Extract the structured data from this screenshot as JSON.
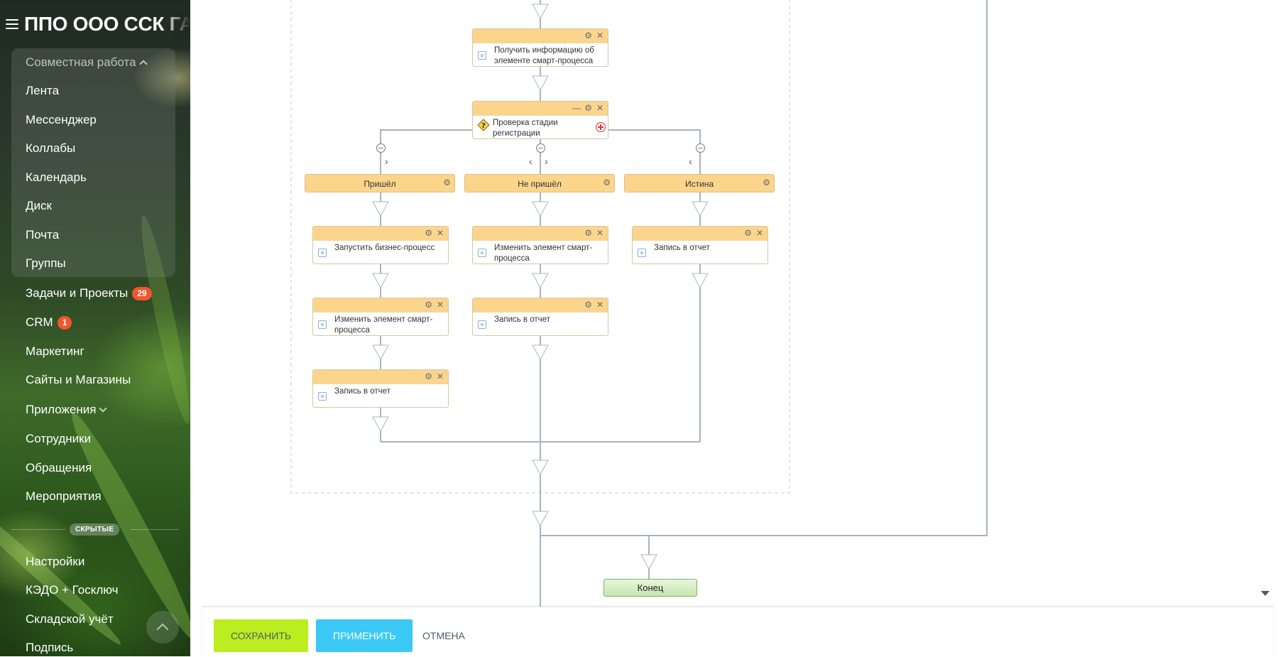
{
  "sidebar": {
    "portal_title": "ППО ООО ССК ГА",
    "group_title": "Совместная работа",
    "group_items": [
      "Лента",
      "Мессенджер",
      "Коллабы",
      "Календарь",
      "Диск",
      "Почта",
      "Группы"
    ],
    "items": [
      {
        "label": "Задачи и Проекты",
        "badge": "29"
      },
      {
        "label": "CRM",
        "badge": "1"
      },
      {
        "label": "Маркетинг"
      },
      {
        "label": "Сайты и Магазины"
      },
      {
        "label": "Приложения"
      },
      {
        "label": "Сотрудники"
      },
      {
        "label": "Обращения"
      },
      {
        "label": "Мероприятия"
      }
    ],
    "hidden_label": "СКРЫТЫЕ",
    "hidden_items": [
      "Настройки",
      "КЭДО + Госключ",
      "Складской учёт",
      "Подпись"
    ]
  },
  "workflow": {
    "get_info": "Получить информацию об элементе смарт-процесса",
    "condition": "Проверка стадии регистрации",
    "branches": [
      "Пришёл",
      "Не пришёл",
      "Истина"
    ],
    "activities": {
      "b1_start": "Запустить бизнес-процесс",
      "b1_modify": "Изменить элемент смарт-процесса",
      "b1_report": "Запись в отчет",
      "b2_modify": "Изменить элемент смарт-процесса",
      "b2_report": "Запись в отчет",
      "b3_report": "Запись в отчет"
    },
    "end_label": "Конец"
  },
  "actions": {
    "save": "СОХРАНИТЬ",
    "apply": "ПРИМЕНИТЬ",
    "cancel": "ОТМЕНА"
  },
  "icons": {
    "gear": "⚙",
    "close": "✕",
    "minimize": "—"
  },
  "colors": {
    "activity_header": "#fbd58c",
    "connector": "#a6b4c2",
    "save_button": "#bbed21",
    "apply_button": "#3bc8f5",
    "end_node": "#c7e6b0"
  }
}
